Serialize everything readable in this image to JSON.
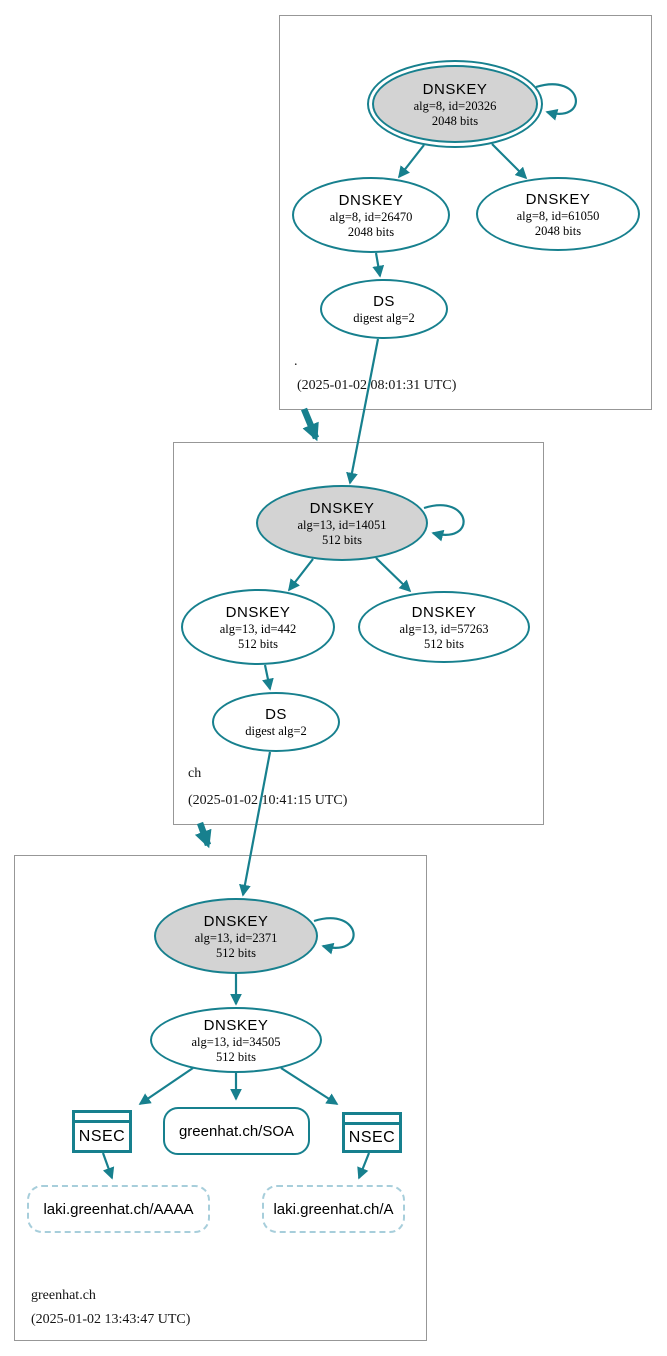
{
  "diagram": {
    "kind": "dnssec-authentication-chain",
    "colors": {
      "secure_accent": "#17808e",
      "sep_key_fill": "#d3d3d3",
      "insecure_dashed": "#a7cedb",
      "zone_box_border": "#979797"
    }
  },
  "zones": {
    "root": {
      "label": ".",
      "timestamp": "(2025-01-02 08:01:31 UTC)",
      "ksk": {
        "title": "DNSKEY",
        "detail1": "alg=8, id=20326",
        "detail2": "2048 bits"
      },
      "zsk": {
        "title": "DNSKEY",
        "detail1": "alg=8, id=26470",
        "detail2": "2048 bits"
      },
      "key2": {
        "title": "DNSKEY",
        "detail1": "alg=8, id=61050",
        "detail2": "2048 bits"
      },
      "ds": {
        "title": "DS",
        "detail1": "digest alg=2"
      }
    },
    "ch": {
      "label": "ch",
      "timestamp": "(2025-01-02 10:41:15 UTC)",
      "ksk": {
        "title": "DNSKEY",
        "detail1": "alg=13, id=14051",
        "detail2": "512 bits"
      },
      "zsk": {
        "title": "DNSKEY",
        "detail1": "alg=13, id=442",
        "detail2": "512 bits"
      },
      "key2": {
        "title": "DNSKEY",
        "detail1": "alg=13, id=57263",
        "detail2": "512 bits"
      },
      "ds": {
        "title": "DS",
        "detail1": "digest alg=2"
      }
    },
    "greenhat": {
      "label": "greenhat.ch",
      "timestamp": "(2025-01-02 13:43:47 UTC)",
      "ksk": {
        "title": "DNSKEY",
        "detail1": "alg=13, id=2371",
        "detail2": "512 bits"
      },
      "zsk": {
        "title": "DNSKEY",
        "detail1": "alg=13, id=34505",
        "detail2": "512 bits"
      },
      "nsec_left": {
        "title": "NSEC"
      },
      "soa": {
        "title": "greenhat.ch/SOA"
      },
      "nsec_right": {
        "title": "NSEC"
      },
      "rrset_aaaa": {
        "title": "laki.greenhat.ch/AAAA"
      },
      "rrset_a": {
        "title": "laki.greenhat.ch/A"
      }
    }
  }
}
